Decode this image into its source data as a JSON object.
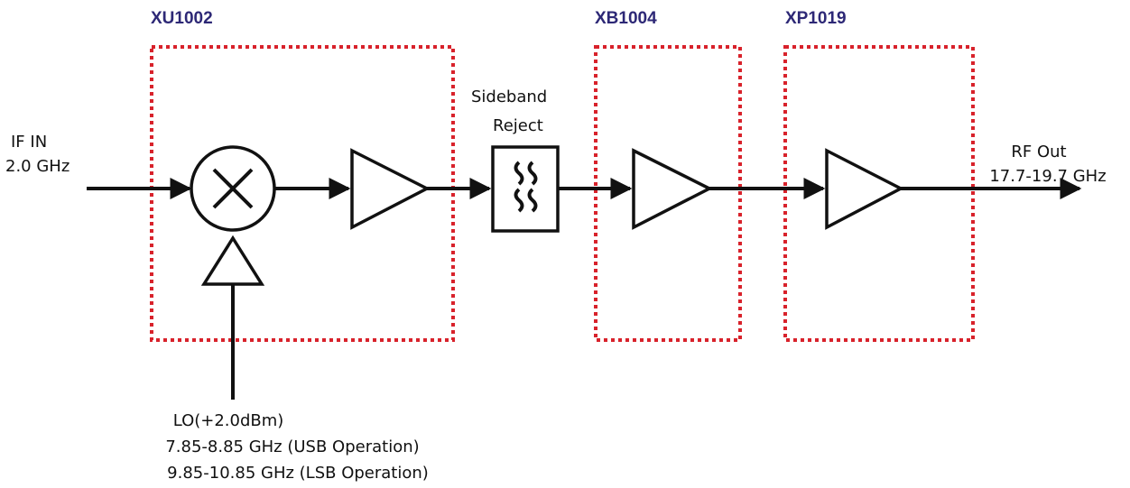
{
  "colors": {
    "module_border": "#d8222b",
    "part_label": "#2d2876",
    "line": "#111111"
  },
  "modules": [
    {
      "part": "XU1002"
    },
    {
      "part": "XB1004"
    },
    {
      "part": "XP1019"
    }
  ],
  "input": {
    "line1": "IF IN",
    "line2": "2.0 GHz"
  },
  "filter": {
    "line1": "Sideband",
    "line2": "Reject"
  },
  "output": {
    "line1": "RF Out",
    "line2": "17.7-19.7 GHz"
  },
  "lo": {
    "line1": "LO(+2.0dBm)",
    "line2": "7.85-8.85 GHz (USB Operation)",
    "line3": "9.85-10.85 GHz (LSB Operation)"
  }
}
